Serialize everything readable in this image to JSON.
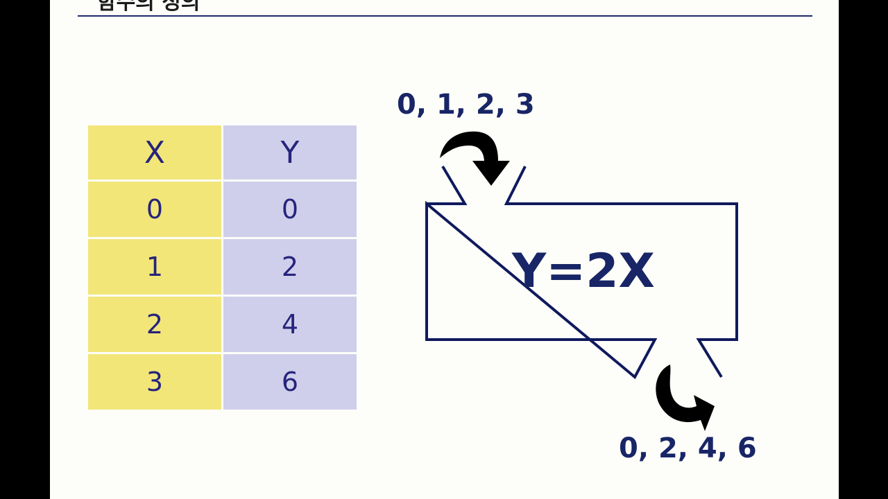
{
  "slide": {
    "title": "함수의 정의"
  },
  "table": {
    "headers": [
      "X",
      "Y"
    ],
    "rows": [
      [
        "0",
        "0"
      ],
      [
        "1",
        "2"
      ],
      [
        "2",
        "4"
      ],
      [
        "3",
        "6"
      ]
    ]
  },
  "machine": {
    "input_values": "0, 1, 2, 3",
    "rule": "Y=2X",
    "output_values": "0, 2, 4, 6"
  },
  "colors": {
    "x_column": "#f2e679",
    "y_column": "#cfcfeb",
    "text": "#26247c",
    "machine_outline": "#0f1a5c",
    "arrow": "#000000"
  },
  "icons": [
    "input-arrow-icon",
    "output-arrow-icon"
  ]
}
